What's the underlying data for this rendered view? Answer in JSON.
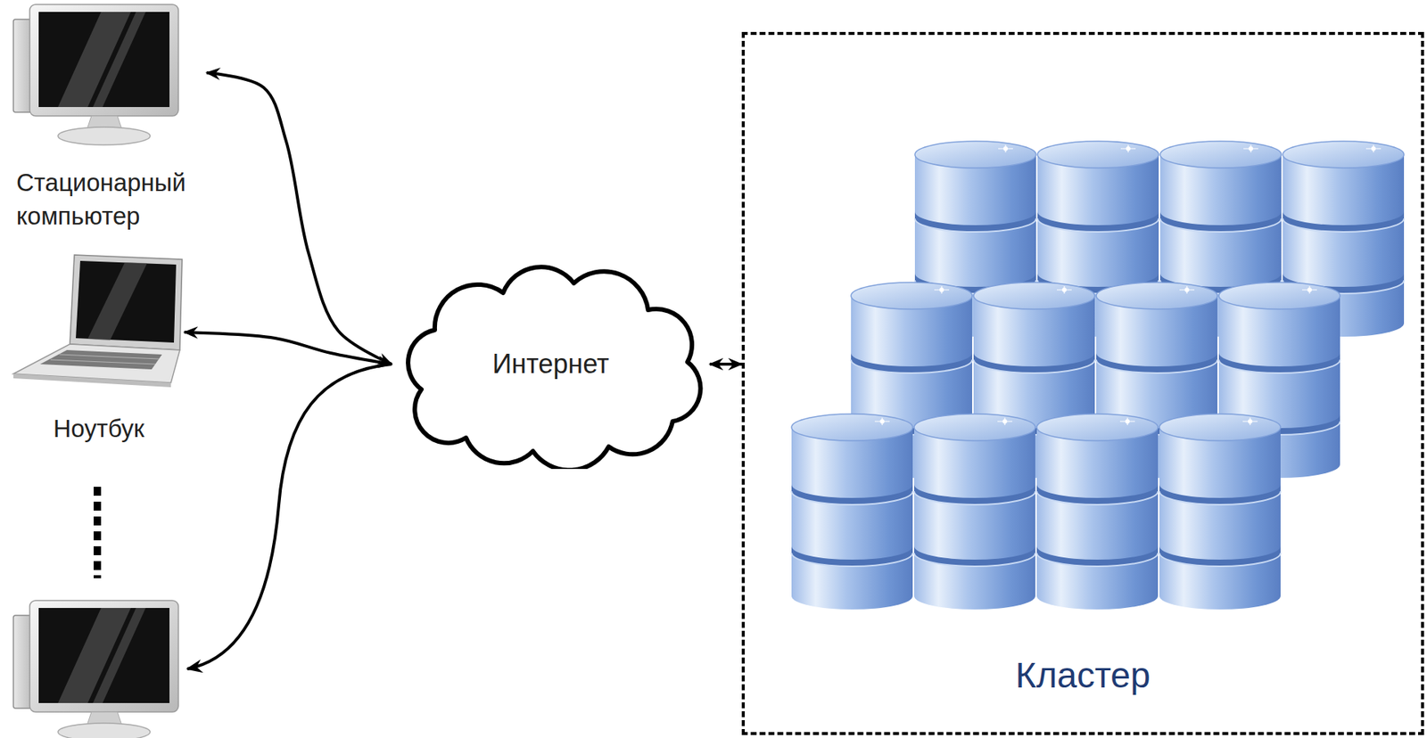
{
  "diagram": {
    "nodes": [
      {
        "text": [
          "Стационарный компьютер"
        ]
      },
      {
        "text": [
          "Ноутбук"
        ]
      },
      {
        "text": [
          "Интернет"
        ]
      },
      {
        "text": [
          "Кластер"
        ]
      }
    ],
    "edges": [
      {
        "from": 2,
        "to": 0,
        "arrow": "both"
      },
      {
        "from": 2,
        "to": 1,
        "arrow": "both"
      },
      {
        "from": 2,
        "to": 3,
        "arrow": "both"
      }
    ]
  }
}
